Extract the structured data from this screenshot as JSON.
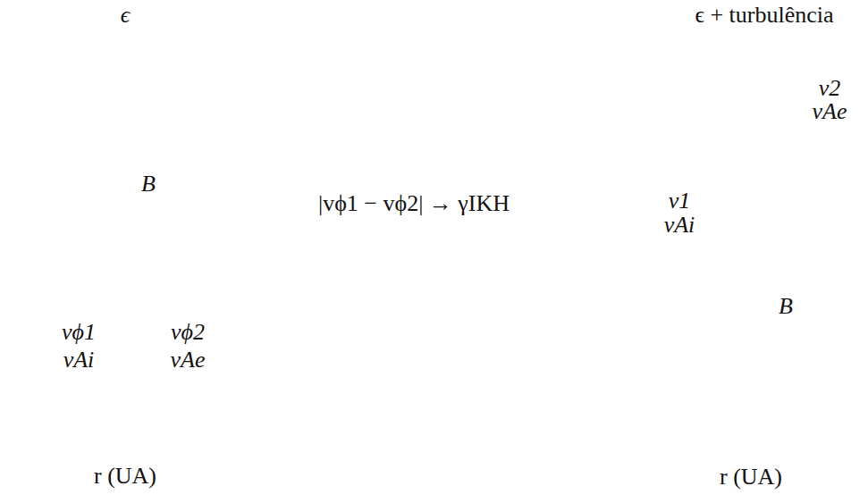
{
  "diagram": {
    "nodes": [
      {
        "text": [
          "vϕ1",
          "vAi"
        ]
      },
      {
        "text": [
          "vϕ2",
          "vAe"
        ]
      },
      {
        "text": [
          "v1",
          "vAi"
        ]
      },
      {
        "text": [
          "v2",
          "vAe"
        ]
      }
    ],
    "edges": [
      {
        "from": 1,
        "to": 2,
        "arrow": "to",
        "label": "|vϕ1 − vϕ2| → γIKH"
      }
    ],
    "labels": [
      "ϵ",
      "B⃗",
      "r (UA)",
      "ϵ + turbulência",
      "B⃗",
      "r (UA)"
    ]
  }
}
